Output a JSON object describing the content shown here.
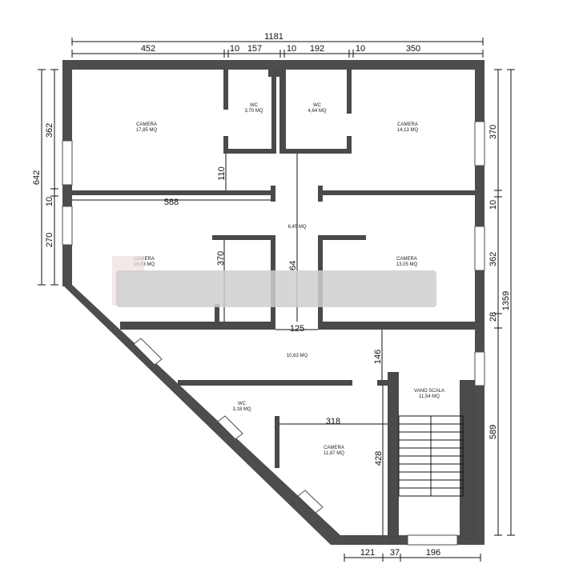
{
  "dimensions": {
    "top_total": "1181",
    "top_segments": [
      "452",
      "10",
      "157",
      "10",
      "192",
      "10",
      "350"
    ],
    "left_total": "642",
    "left_segments": [
      "362",
      "10",
      "270"
    ],
    "right_total": "1359",
    "right_segments": [
      "370",
      "10",
      "362",
      "28",
      "589"
    ],
    "bottom_segments": [
      "121",
      "37",
      "196"
    ],
    "inner": {
      "d110": "110",
      "d588": "588",
      "d370": "370",
      "d64": "64",
      "d125": "125",
      "d146": "146",
      "d318": "318",
      "d428": "428"
    }
  },
  "rooms": [
    {
      "name": "CAMERA",
      "area": "17,85 MQ"
    },
    {
      "name": "WC",
      "area": "3,70 MQ"
    },
    {
      "name": "WC",
      "area": "4,64 MQ"
    },
    {
      "name": "CAMERA",
      "area": "14,13 MQ"
    },
    {
      "name": "",
      "area": "6,45 MQ"
    },
    {
      "name": "CAMERA",
      "area": "16,83 MQ"
    },
    {
      "name": "CAMERA",
      "area": "13,05 MQ"
    },
    {
      "name": "",
      "area": "10,63 MQ"
    },
    {
      "name": "VANO SCALA",
      "area": "11,54 MQ"
    },
    {
      "name": "WC",
      "area": "3,18 MQ"
    },
    {
      "name": "CAMERA",
      "area": "11,87 MQ"
    }
  ]
}
